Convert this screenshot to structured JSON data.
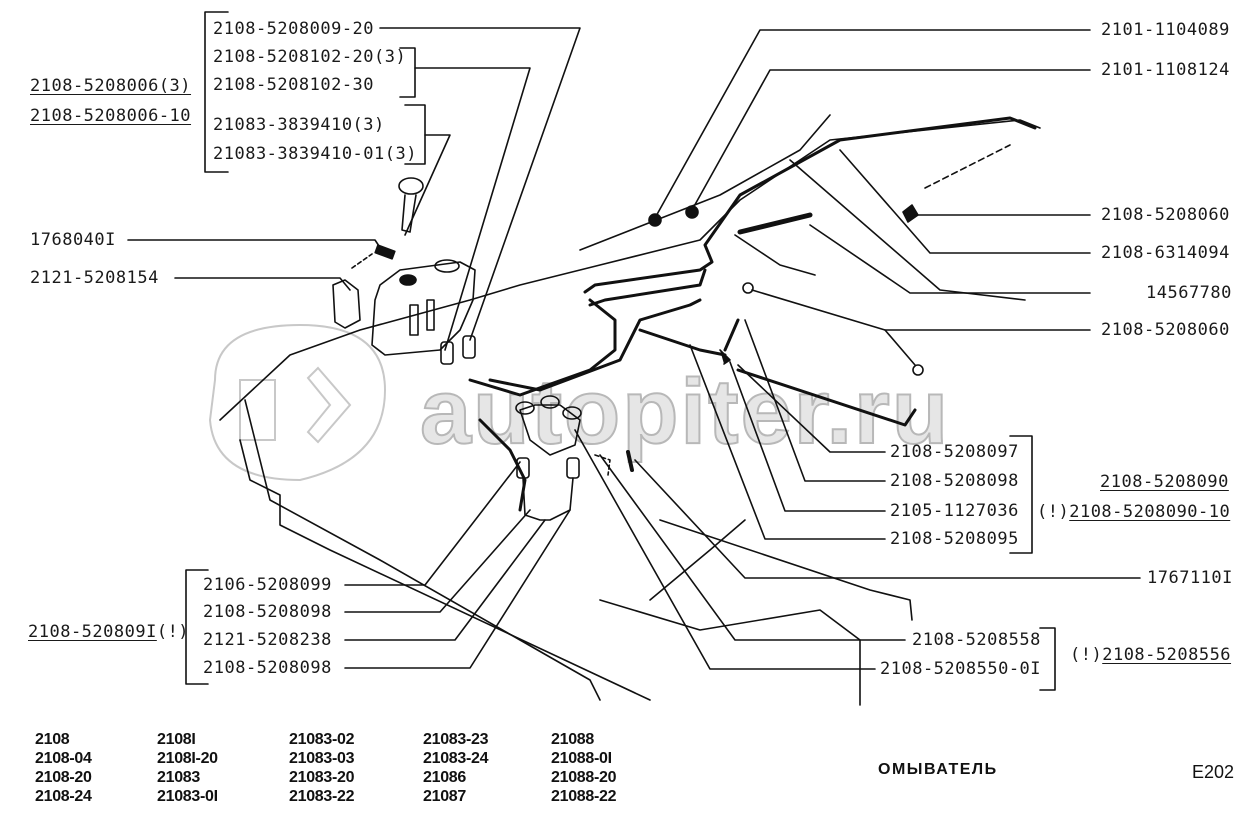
{
  "colors": {
    "ink": "#1a1a1a",
    "watermark": "#d0d0d0",
    "background": "#ffffff"
  },
  "watermark": {
    "text": "autopiter.ru",
    "logo": "a>"
  },
  "assemblies": {
    "reservoir_assy": {
      "lines": [
        "2108-5208006(3)",
        "2108-5208006-10"
      ]
    },
    "pump_assy": {
      "prefix": "2108-520809I",
      "suffix": "(!)"
    },
    "rear_washer_assy": {
      "line1": "2108-5208090",
      "line2_prefix": "(!)",
      "line2": "2108-5208090-10"
    },
    "nozzle_assy": {
      "prefix": "(!)",
      "code": "2108-5208556"
    }
  },
  "labels_top_left": [
    "2108-5208009-20",
    "2108-5208102-20(3)",
    "2108-5208102-30",
    "21083-3839410(3)",
    "21083-3839410-01(3)"
  ],
  "labels_left": [
    "1768040I",
    "2121-5208154"
  ],
  "labels_bottom_left": [
    "2106-5208099",
    "2108-5208098",
    "2121-5208238",
    "2108-5208098"
  ],
  "labels_right": [
    "2101-1104089",
    "2101-1108124",
    "2108-5208060",
    "2108-6314094",
    "14567780",
    "2108-5208060"
  ],
  "labels_right_mid": [
    "2108-5208097",
    "2108-5208098",
    "2105-1127036",
    "2108-5208095"
  ],
  "labels_right_low": [
    "1767110I",
    "2108-5208558",
    "2108-5208550-0I"
  ],
  "models": [
    [
      "2108",
      "2108-04",
      "2108-20",
      "2108-24"
    ],
    [
      "2108I",
      "2108I-20",
      "21083",
      "21083-0I"
    ],
    [
      "21083-02",
      "21083-03",
      "21083-20",
      "21083-22"
    ],
    [
      "21083-23",
      "21083-24",
      "21086",
      "21087"
    ],
    [
      "21088",
      "21088-0I",
      "21088-20",
      "21088-22"
    ]
  ],
  "footer": {
    "title": "ОМЫВАТЕЛЬ",
    "code": "E202"
  }
}
